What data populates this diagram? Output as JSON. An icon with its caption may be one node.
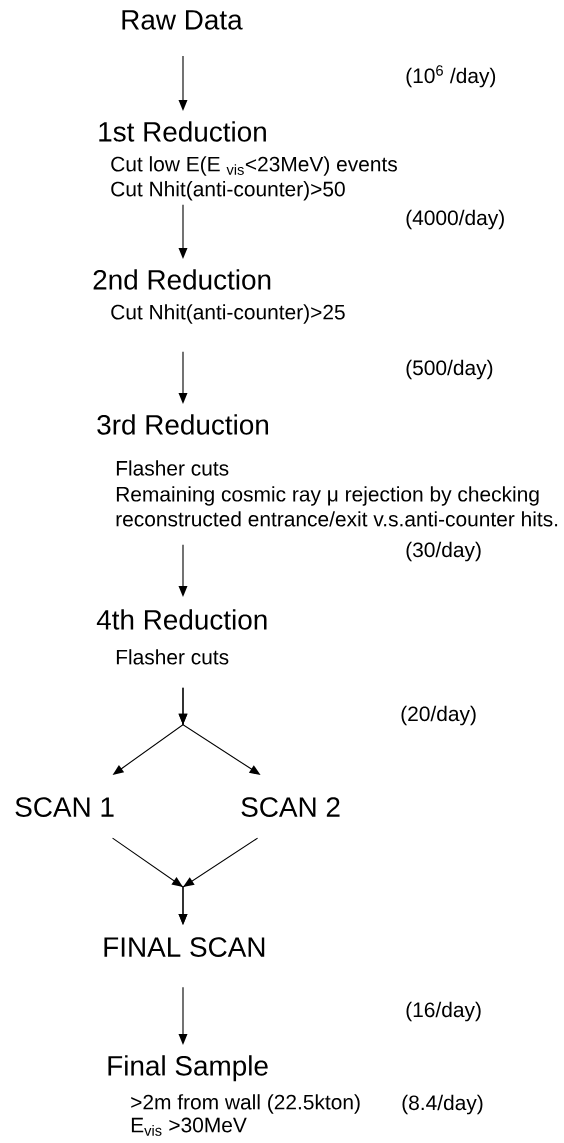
{
  "diagram": {
    "nodes": [
      {
        "text": [
          "Raw Data"
        ]
      },
      {
        "text": [
          "1st Reduction",
          "Cut low E(E $_{vis}$<23MeV) events",
          "Cut Nhit(anti-counter)>50"
        ]
      },
      {
        "text": [
          "2nd Reduction",
          "Cut Nhit(anti-counter)>25"
        ]
      },
      {
        "text": [
          "3rd Reduction",
          "Flasher cuts",
          "Remaining cosmic ray μ rejection by checking reconstructed entrance/exit v.s.anti-counter hits."
        ]
      },
      {
        "text": [
          "4th Reduction",
          "Flasher cuts"
        ]
      },
      {
        "text": [
          "SCAN 1"
        ]
      },
      {
        "text": [
          "SCAN 2"
        ]
      },
      {
        "text": [
          "FINAL SCAN"
        ]
      },
      {
        "text": [
          "Final Sample",
          ">2m from wall (22.5kton)",
          "E$_{vis}$ >30MeV"
        ]
      }
    ],
    "edges": [
      {
        "from": 0,
        "to": 1,
        "arrow": "to"
      },
      {
        "from": 1,
        "to": 2,
        "arrow": "to"
      },
      {
        "from": 2,
        "to": 3,
        "arrow": "to"
      },
      {
        "from": 3,
        "to": 4,
        "arrow": "to"
      },
      {
        "from": 4,
        "to": 5,
        "arrow": "to"
      },
      {
        "from": 4,
        "to": 6,
        "arrow": "to"
      },
      {
        "from": 5,
        "to": 7,
        "arrow": "to"
      },
      {
        "from": 6,
        "to": 7,
        "arrow": "to"
      },
      {
        "from": 7,
        "to": 8,
        "arrow": "to"
      }
    ],
    "labels": [
      "(10$^{6}$ /day)",
      "(4000/day)",
      "(500/day)",
      "(30/day)",
      "(20/day)",
      "(16/day)",
      "(8.4/day)"
    ]
  }
}
